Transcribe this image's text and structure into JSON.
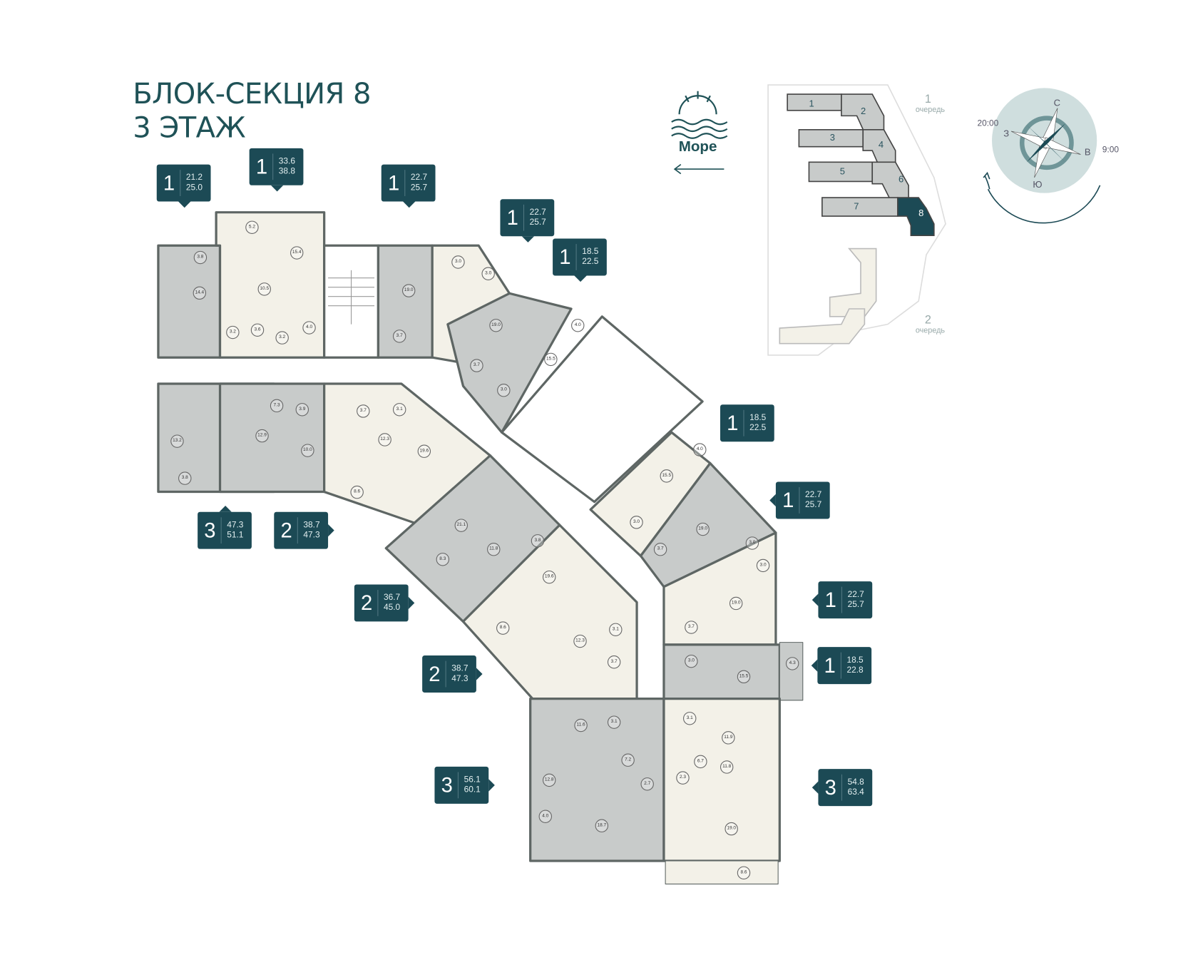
{
  "title": {
    "line1": "БЛОК-СЕКЦИЯ 8",
    "line2": "3 ЭТАЖ"
  },
  "sea": {
    "label": "Море",
    "icon": "sunset-sea-icon",
    "arrow": "arrow-left-icon"
  },
  "site_map": {
    "buildings": [
      "1",
      "2",
      "3",
      "4",
      "5",
      "6",
      "7",
      "8"
    ],
    "selected": "8",
    "phase1": {
      "num": "1",
      "label": "очередь"
    },
    "phase2": {
      "num": "2",
      "label": "очередь"
    }
  },
  "compass": {
    "north": "С",
    "south": "Ю",
    "east": "В",
    "west": "З",
    "sunset": "20:00",
    "sunrise": "9:00"
  },
  "apartments": [
    {
      "rooms": "1",
      "area": "21.2",
      "total": "25.0"
    },
    {
      "rooms": "1",
      "area": "33.6",
      "total": "38.8"
    },
    {
      "rooms": "1",
      "area": "22.7",
      "total": "25.7"
    },
    {
      "rooms": "1",
      "area": "22.7",
      "total": "25.7"
    },
    {
      "rooms": "1",
      "area": "18.5",
      "total": "22.5"
    },
    {
      "rooms": "1",
      "area": "18.5",
      "total": "22.5"
    },
    {
      "rooms": "1",
      "area": "22.7",
      "total": "25.7"
    },
    {
      "rooms": "1",
      "area": "22.7",
      "total": "25.7"
    },
    {
      "rooms": "1",
      "area": "18.5",
      "total": "22.8"
    },
    {
      "rooms": "3",
      "area": "54.8",
      "total": "63.4"
    },
    {
      "rooms": "3",
      "area": "47.3",
      "total": "51.1"
    },
    {
      "rooms": "2",
      "area": "38.7",
      "total": "47.3"
    },
    {
      "rooms": "2",
      "area": "36.7",
      "total": "45.0"
    },
    {
      "rooms": "2",
      "area": "38.7",
      "total": "47.3"
    },
    {
      "rooms": "3",
      "area": "56.1",
      "total": "60.1"
    }
  ],
  "rooms": [
    "5.2",
    "15.4",
    "3.8",
    "14.4",
    "10.5",
    "3.2",
    "3.6",
    "3.2",
    "4.0",
    "19.0",
    "3.0",
    "3.7",
    "3.0",
    "19.0",
    "4.0",
    "15.5",
    "3.7",
    "3.0",
    "7.3",
    "3.9",
    "3.7",
    "3.1",
    "12.9",
    "13.2",
    "10.0",
    "12.3",
    "19.6",
    "3.8",
    "8.6",
    "4.0",
    "15.5",
    "21.1",
    "3.8",
    "11.8",
    "3.0",
    "3.7",
    "19.0",
    "3.0",
    "3.0",
    "8.3",
    "19.6",
    "19.0",
    "8.6",
    "3.1",
    "12.3",
    "3.7",
    "3.7",
    "3.0",
    "15.5",
    "4.3",
    "11.6",
    "3.1",
    "3.1",
    "11.9",
    "7.2",
    "6.7",
    "11.8",
    "12.8",
    "2.7",
    "2.3",
    "4.0",
    "18.7",
    "19.0",
    "8.6"
  ],
  "colors": {
    "accent": "#1c4a55",
    "gray_apt": "#c8cbca",
    "beige_apt": "#f3f1e8",
    "wall": "#5e6664"
  }
}
